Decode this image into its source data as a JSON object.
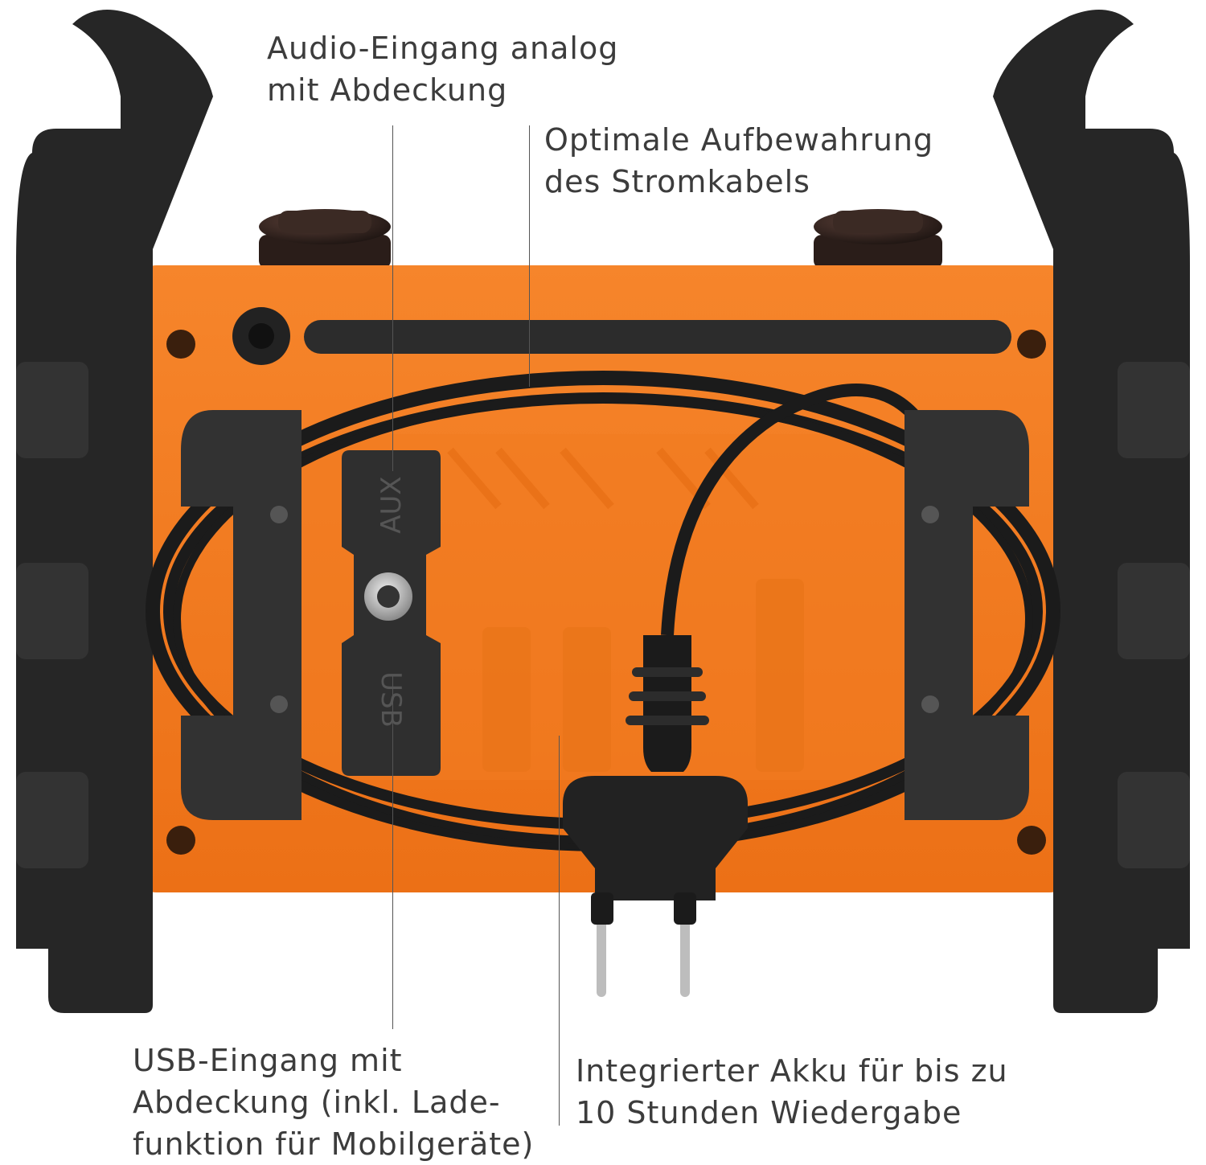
{
  "callouts": {
    "audio_input": {
      "line1": "Audio-Eingang analog",
      "line2": "mit Abdeckung"
    },
    "cable_storage": {
      "line1": "Optimale Aufbewahrung",
      "line2": "des Stromkabels"
    },
    "usb_input": {
      "line1": "USB-Eingang mit",
      "line2": "Abdeckung (inkl. Lade-",
      "line3": "funktion für Mobilgeräte)"
    },
    "battery": {
      "line1": "Integrierter Akku für bis zu",
      "line2": "10 Stunden Wiedergabe"
    }
  },
  "device_labels": {
    "aux_port": "AUX",
    "usb_port": "USB"
  },
  "colors": {
    "housing_orange": "#f07a1f",
    "rubber_black": "#262626",
    "cable_black": "#1b1b1b",
    "knob_brown": "#3a2a24",
    "text": "#3c3c3c"
  }
}
